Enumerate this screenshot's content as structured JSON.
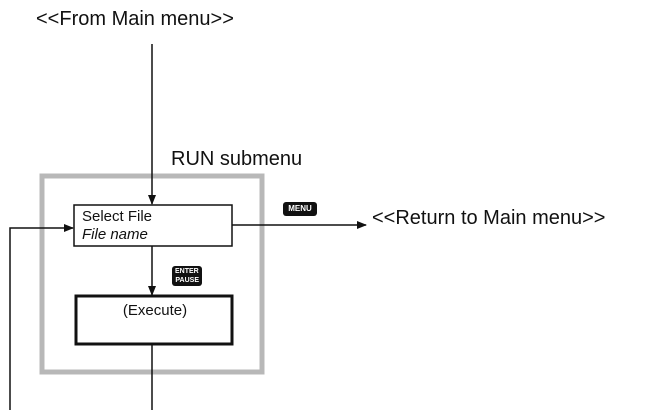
{
  "labels": {
    "from_main": "<<From Main menu>>",
    "run_submenu": "RUN submenu",
    "return_main": "<<Return to Main menu>>"
  },
  "select_box": {
    "line1": "Select File",
    "line2": "File name"
  },
  "execute_box": {
    "text": "(Execute)"
  },
  "keys": {
    "menu": "MENU",
    "enter": "ENTER",
    "pause": "PAUSE"
  }
}
